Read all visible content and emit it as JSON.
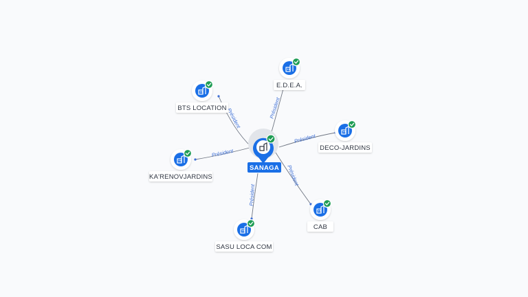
{
  "colors": {
    "node": "#1a6fe6",
    "check": "#1f9d55",
    "edge": "#6e7582",
    "edge_label": "#3d6fd6",
    "background": "#f9fafc"
  },
  "center": {
    "name": "SANAGA",
    "icon": "company-building-icon",
    "status_icon": "verified-check-icon"
  },
  "edge_label": "Président",
  "nodes": [
    {
      "id": "edea",
      "name": "E.D.E.A.",
      "icon": "company-building-icon",
      "status_icon": "verified-check-icon",
      "edge_label": "Président"
    },
    {
      "id": "bts",
      "name": "BTS LOCATION",
      "icon": "company-building-icon",
      "status_icon": "verified-check-icon",
      "edge_label": "Président"
    },
    {
      "id": "deco",
      "name": "DECO-JARDINS",
      "icon": "company-building-icon",
      "status_icon": "verified-check-icon",
      "edge_label": "Président"
    },
    {
      "id": "karenov",
      "name": "KA'RENOVJARDINS",
      "icon": "company-building-icon",
      "status_icon": "verified-check-icon",
      "edge_label": "Président"
    },
    {
      "id": "cab",
      "name": "CAB",
      "icon": "company-building-icon",
      "status_icon": "verified-check-icon",
      "edge_label": "Président"
    },
    {
      "id": "sasu",
      "name": "SASU LOCA COM",
      "icon": "company-building-icon",
      "status_icon": "verified-check-icon",
      "edge_label": "Président"
    }
  ]
}
